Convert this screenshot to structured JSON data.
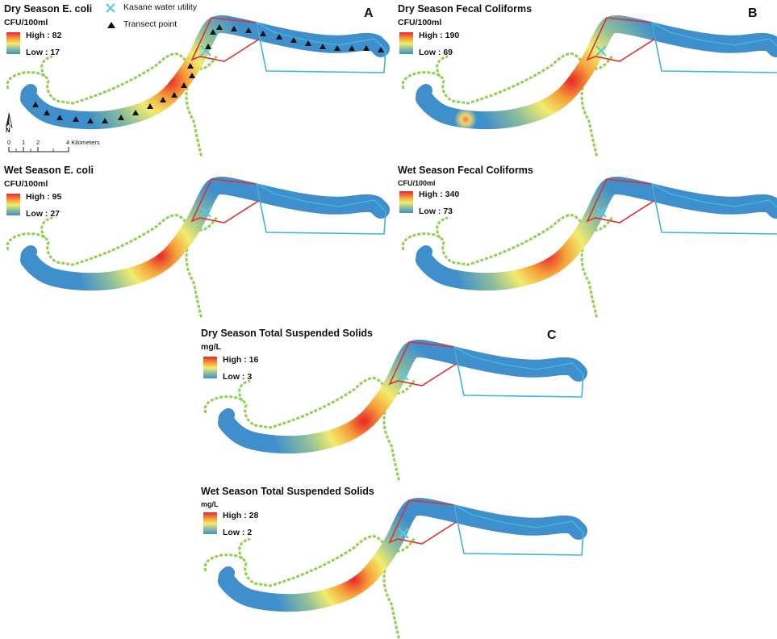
{
  "panels": [
    {
      "id": "dry-ecoli",
      "title": "Dry Season E. coli",
      "unit": "CFU/100ml",
      "high": "High : 82",
      "low": "Low : 17"
    },
    {
      "id": "dry-fecal",
      "title": "Dry Season Fecal Coliforms",
      "unit": "CFU/100ml",
      "high": "High : 190",
      "low": "Low : 69"
    },
    {
      "id": "wet-ecoli",
      "title": "Wet Season E. coli",
      "unit": "CFU/100ml",
      "high": "High : 95",
      "low": "Low : 27"
    },
    {
      "id": "wet-fecal",
      "title": "Wet Season Fecal Coliforms",
      "unit": "CFU/100ml",
      "high": "High : 340",
      "low": "Low : 73"
    },
    {
      "id": "dry-tss",
      "title": "Dry Season Total Suspended Solids",
      "unit": "mg/L",
      "high": "High : 16",
      "low": "Low : 3"
    },
    {
      "id": "wet-tss",
      "title": "Wet Season Total Suspended Solids",
      "unit": "mg/L",
      "high": "High : 28",
      "low": "Low : 2"
    }
  ],
  "letters": {
    "a": "A",
    "b": "B",
    "c": "C"
  },
  "key": {
    "utility": "Kasane water utility",
    "transect": "Transect point"
  },
  "scalebar": {
    "ticks": [
      "0",
      "1",
      "2",
      "4 Kilometers"
    ],
    "north": "N"
  },
  "colors": {
    "high": "#e8262a",
    "mid": "#f2ec6e",
    "low": "#3f8fcc",
    "border_green": "#8fd14f",
    "zone_red": "#e03030",
    "zone_blue": "#3fb4e0",
    "utility_marker": "#55c8e8"
  }
}
